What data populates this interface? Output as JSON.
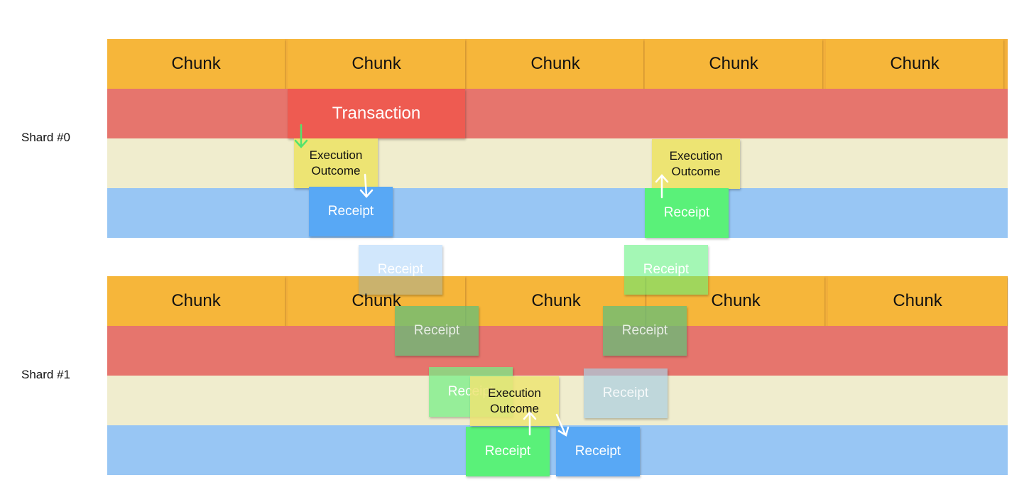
{
  "shards": [
    {
      "label": "Shard #0",
      "chunks": [
        "Chunk",
        "Chunk",
        "Chunk",
        "Chunk",
        "Chunk"
      ]
    },
    {
      "label": "Shard #1",
      "chunks": [
        "Chunk",
        "Chunk",
        "Chunk",
        "Chunk",
        "Chunk"
      ]
    }
  ],
  "boxes": {
    "transaction": "Transaction",
    "execution_outcome_line1": "Execution",
    "execution_outcome_line2": "Outcome",
    "receipt": "Receipt"
  },
  "colors": {
    "chunk": "#f6b63a",
    "transaction_lane": "#e6756d",
    "transaction": "#ee5b51",
    "execution_lane": "#f0edce",
    "execution_outcome": "#ede473",
    "receipt_lane": "#98c6f4",
    "receipt_blue": "#58a8f5",
    "receipt_green": "#5af179",
    "arrow_white": "#ffffff",
    "arrow_green": "#54e36c"
  }
}
